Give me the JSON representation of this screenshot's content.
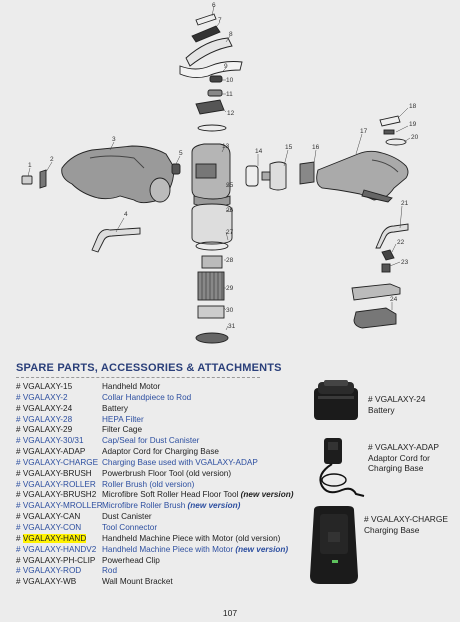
{
  "diagram": {
    "callouts": [
      "1",
      "2",
      "3",
      "4",
      "5",
      "6",
      "7",
      "8",
      "9",
      "10",
      "11",
      "12",
      "13",
      "14",
      "15",
      "16",
      "17",
      "18",
      "19",
      "20",
      "21",
      "22",
      "23",
      "24",
      "25",
      "26",
      "27",
      "28",
      "29",
      "30",
      "31"
    ]
  },
  "heading": "SPARE PARTS, ACCESSORIES & ATTACHMENTS",
  "parts": [
    {
      "code": "# VGALAXY-15",
      "desc": "Handheld Motor",
      "style": "plain"
    },
    {
      "code": "# VGALAXY-2",
      "desc": "Collar Handpiece to Rod",
      "style": "alt"
    },
    {
      "code": "# VGALAXY-24",
      "desc": "Battery",
      "style": "plain"
    },
    {
      "code": "# VGALAXY-28",
      "desc": "HEPA Filter",
      "style": "alt"
    },
    {
      "code": "# VGALAXY-29",
      "desc": "Filter Cage",
      "style": "plain"
    },
    {
      "code": "# VGALAXY-30/31",
      "desc": "Cap/Seal for Dust Canister",
      "style": "alt"
    },
    {
      "code": "# VGALAXY-ADAP",
      "desc": "Adaptor Cord for Charging Base",
      "style": "plain"
    },
    {
      "code": "# VGALAXY-CHARGE",
      "desc": "Charging Base used with VGALAXY-ADAP",
      "style": "alt"
    },
    {
      "code": "# VGALAXY-BRUSH",
      "desc": "Powerbrush Floor Tool (old version)",
      "style": "plain"
    },
    {
      "code": "# VGALAXY-ROLLER",
      "desc": "Roller Brush (old version)",
      "style": "alt"
    },
    {
      "code": "# VGALAXY-BRUSH2",
      "desc": "Microfibre Soft Roller Head Floor Tool",
      "note": "(new version)",
      "style": "plain"
    },
    {
      "code": "# VGALAXY-MROLLER",
      "desc": "Microfibre Roller Brush",
      "note": "(new version)",
      "style": "alt"
    },
    {
      "code": "# VGALAXY-CAN",
      "desc": "Dust Canister",
      "style": "plain"
    },
    {
      "code": "# VGALAXY-CON",
      "desc": "Tool Connector",
      "style": "alt"
    },
    {
      "code_prefix": "# ",
      "code_hl": "VGALAXY-HAND",
      "desc": "Handheld Machine Piece with Motor (old version)",
      "style": "plain"
    },
    {
      "code": "# VGALAXY-HANDV2",
      "desc": "Handheld Machine Piece with Motor",
      "note": "(new version)",
      "style": "alt"
    },
    {
      "code": "# VGALAXY-PH-CLIP",
      "desc": "Powerhead Clip",
      "style": "plain"
    },
    {
      "code": "# VGALAXY-ROD",
      "desc": "Rod",
      "style": "alt"
    },
    {
      "code": "# VGALAXY-WB",
      "desc": "Wall Mount Bracket",
      "style": "plain"
    }
  ],
  "accessories": {
    "battery": {
      "code": "# VGALAXY-24",
      "name": "Battery"
    },
    "adaptor": {
      "code": "# VGALAXY-ADAP",
      "name": "Adaptor Cord for Charging Base"
    },
    "charger": {
      "code": "# VGALAXY-CHARGE",
      "name": "Charging Base"
    }
  },
  "page_number": "107",
  "colors": {
    "accent": "#2a3f7a",
    "link": "#2d4fa0",
    "highlight": "#fff200"
  }
}
